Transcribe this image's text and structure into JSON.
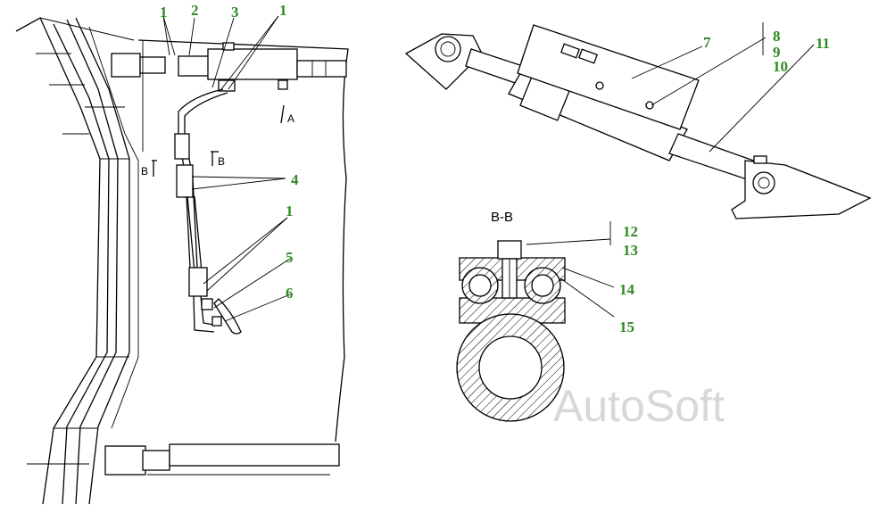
{
  "callouts": {
    "c1a": "1",
    "c2": "2",
    "c3": "3",
    "c1b": "1",
    "c4": "4",
    "c1c": "1",
    "c5": "5",
    "c6": "6",
    "c7": "7",
    "c8": "8",
    "c9": "9",
    "c10": "10",
    "c11": "11",
    "c12": "12",
    "c13": "13",
    "c14": "14",
    "c15": "15"
  },
  "view_labels": {
    "a": "A",
    "b_left": "B",
    "b_right": "B"
  },
  "section_title": "B-B",
  "watermark": "AutoSoft",
  "colors": {
    "callout": "#2e8b22",
    "line": "#000000",
    "watermark": "#d8d8d8"
  }
}
